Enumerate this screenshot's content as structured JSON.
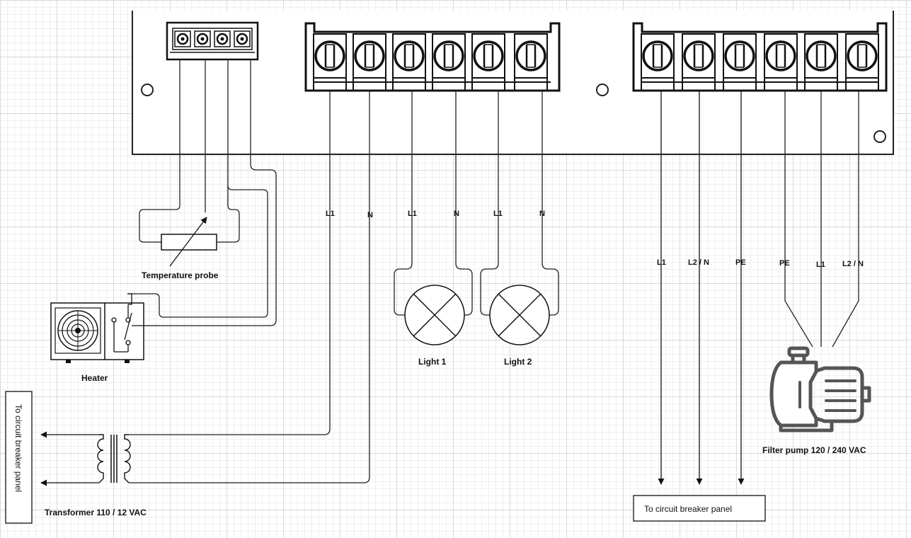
{
  "labels": {
    "temperature_probe": "Temperature probe",
    "heater": "Heater",
    "light1": "Light 1",
    "light2": "Light 2",
    "transformer": "Transformer 110 / 12 VAC",
    "filter_pump": "Filter pump 120 / 240 VAC",
    "breaker_panel_vertical": "To circuit breaker panel",
    "breaker_panel_bottom": "To circuit breaker panel"
  },
  "wire_labels": {
    "transformer": [
      "L1",
      "N"
    ],
    "light1": [
      "L1",
      "N"
    ],
    "light2": [
      "L1",
      "N"
    ],
    "supply": [
      "L1",
      "L2 / N",
      "PE"
    ],
    "pump": [
      "PE",
      "L1",
      "L2 / N"
    ]
  },
  "icons": [
    "terminal-screw-icon",
    "fan-icon",
    "switch-icon",
    "thermistor-icon",
    "lamp-icon",
    "transformer-icon",
    "pump-icon"
  ]
}
